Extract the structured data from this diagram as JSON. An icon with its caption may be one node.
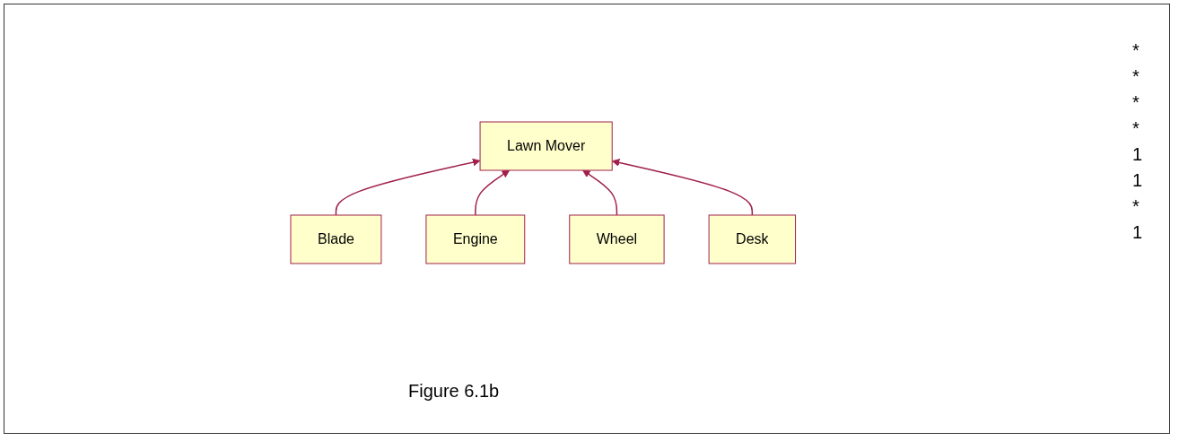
{
  "diagram": {
    "caption": "Figure 6.1b",
    "nodes": [
      {
        "text": [
          "Lawn Mover"
        ]
      },
      {
        "text": [
          "Blade"
        ]
      },
      {
        "text": [
          "Engine"
        ]
      },
      {
        "text": [
          "Wheel"
        ]
      },
      {
        "text": [
          "Desk"
        ]
      }
    ],
    "edges": [
      {
        "from": 1,
        "to": 0,
        "arrow": "to"
      },
      {
        "from": 2,
        "to": 0,
        "arrow": "to"
      },
      {
        "from": 3,
        "to": 0,
        "arrow": "to"
      },
      {
        "from": 4,
        "to": 0,
        "arrow": "to"
      }
    ],
    "labels": [
      "*",
      "*",
      "*",
      "*",
      "1",
      "1",
      "*",
      "1"
    ]
  }
}
